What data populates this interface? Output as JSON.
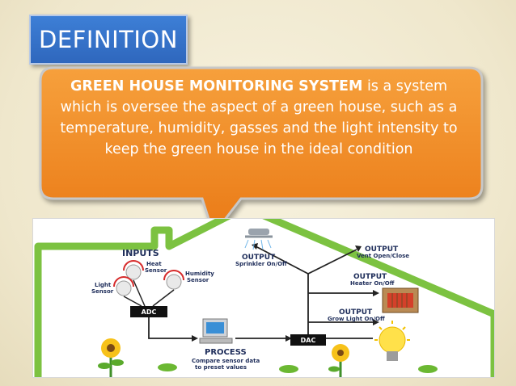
{
  "slide": {
    "title": "DEFINITION",
    "definition_term": "GREEN HOUSE MONITORING SYSTEM",
    "definition_rest": " is a system which is oversee the aspect of a green house, such as a temperature, humidity, gasses and the light intensity to keep the green house in the ideal condition"
  },
  "diagram": {
    "inputs_title": "INPUTS",
    "heat_sensor": "Heat",
    "heat_sensor_2": "Sensor",
    "humidity_sensor": "Humidity",
    "humidity_sensor_2": "Sensor",
    "light_sensor": "Light",
    "light_sensor_2": "Sensor",
    "adc": "ADC",
    "dac": "DAC",
    "process_title": "PROCESS",
    "process_desc_1": "Compare sensor data",
    "process_desc_2": "to preset values",
    "output_word": "OUTPUT",
    "sprinkler": "Sprinkler On/Off",
    "vent": "Vent Open/Close",
    "heater": "Heater On/Off",
    "grow_light": "Grow Light On/Off"
  },
  "colors": {
    "title_blue": "#2f67bd",
    "callout_orange": "#f08a24",
    "house_green": "#7cc241",
    "label_navy": "#1e2d5a"
  }
}
